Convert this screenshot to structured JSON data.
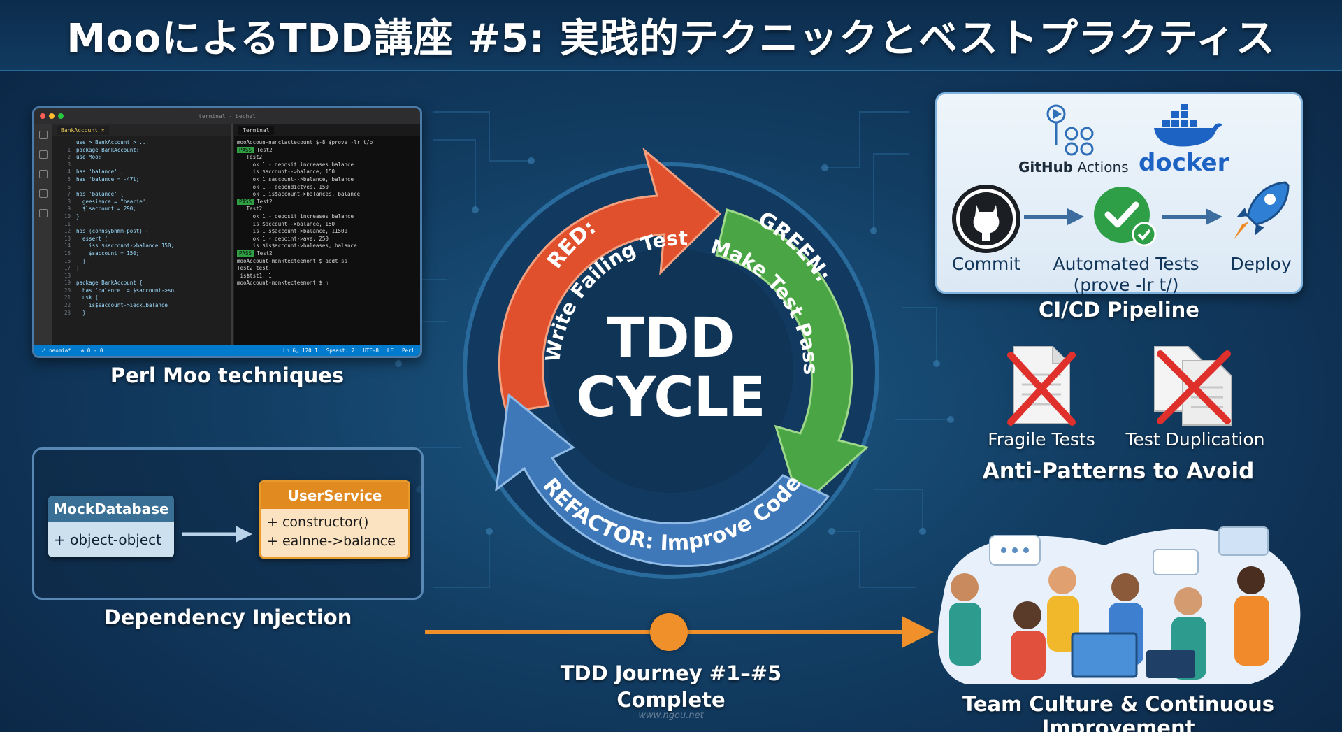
{
  "title": "MooによるTDD講座 #5: 実践的テクニックとベストプラクティス",
  "editor": {
    "window_title": "terminal - bechel",
    "tab_code": "BankAccount ×",
    "tab_terminal": "Terminal",
    "code_lines": [
      "use > BankAccount > ...",
      "package BankAccount;",
      "use Moo;",
      "",
      "has 'balance' ,",
      "has 'balance = -47l;",
      "",
      "has 'balance' {",
      "  geesience = \"baarie';",
      "  $lsaccount = 290;",
      "}",
      "",
      "has (connsybnmm-post) {",
      "  essert (",
      "    iss $saccount->balance 150;",
      "    $saccount = 150;",
      "  }",
      "}",
      "",
      "package BankAccount {",
      "  has 'balance' = $saccount->so",
      "  usk (",
      "    is$saccount->iecx.balance",
      "  }"
    ],
    "terminal_lines": [
      {
        "pass": "",
        "text": "mooAccoun-nanclactecount $-8 $prove -lr t/b"
      },
      {
        "pass": "",
        "text": ""
      },
      {
        "pass": "PASS",
        "text": "Test2"
      },
      {
        "pass": "",
        "text": "   Test2"
      },
      {
        "pass": "",
        "text": "     ok 1 - deposit increases balance"
      },
      {
        "pass": "",
        "text": "     is $account-->balance, 150"
      },
      {
        "pass": "",
        "text": "     ok 1 saccount-->balance, balance"
      },
      {
        "pass": "",
        "text": "     ok 1 - depondictves, 150"
      },
      {
        "pass": "",
        "text": "     ok 1 is$account->balances, balance"
      },
      {
        "pass": "",
        "text": ""
      },
      {
        "pass": "PASS",
        "text": "Test2"
      },
      {
        "pass": "",
        "text": "   Test2"
      },
      {
        "pass": "",
        "text": "     ok 1 - deposit increases balance"
      },
      {
        "pass": "",
        "text": "     is $account-->balance, 150"
      },
      {
        "pass": "",
        "text": "     is 1 s$account->balance, 11500"
      },
      {
        "pass": "",
        "text": "     ok 1 - depoint->ave, 250"
      },
      {
        "pass": "",
        "text": "     is $is$account->baleases, balance"
      },
      {
        "pass": "",
        "text": ""
      },
      {
        "pass": "PASS",
        "text": "Test2"
      },
      {
        "pass": "",
        "text": "mooAccount-monktecteemont $ aodt ss"
      },
      {
        "pass": "",
        "text": "Test2 test:"
      },
      {
        "pass": "",
        "text": " is$tst1: 1"
      },
      {
        "pass": "",
        "text": ""
      },
      {
        "pass": "",
        "text": "mooAccount-monktecteemont $ ▯"
      }
    ],
    "status_left": [
      "⎇ neomia*",
      "⊗ 0 ⚠ 0"
    ],
    "status_right": [
      "Ln 6, 120 1",
      "Spaast: 2",
      "UTF-8",
      "LF",
      "Perl"
    ]
  },
  "caption_moo": "Perl Moo techniques",
  "di": {
    "mock_title": "MockDatabase",
    "mock_field": "+ object-object",
    "svc_title": "UserService",
    "svc_line1": "+ constructor()",
    "svc_line2": "+ ealnne->balance",
    "caption": "Dependency Injection"
  },
  "cycle": {
    "center_line1": "TDD",
    "center_line2": "CYCLE",
    "red_line1": "RED:",
    "red_line2": "Write Failing Test",
    "green_line1": "GREEN:",
    "green_line2": "Make Test Pass",
    "blue_label": "REFACTOR: Improve Code",
    "colors": {
      "red": "#e0502c",
      "green": "#4aa544",
      "blue": "#3f78b8"
    }
  },
  "journey": {
    "line1": "TDD Journey #1–#5",
    "line2": "Complete"
  },
  "watermark": "www.ngou.net",
  "cicd": {
    "github_bold": "GitHub",
    "github_light": " Actions",
    "docker": "docker",
    "commit": "Commit",
    "tests_line1": "Automated Tests",
    "tests_line2": "(prove -lr t/)",
    "deploy": "Deploy",
    "caption": "CI/CD Pipeline"
  },
  "anti": {
    "fragile": "Fragile Tests",
    "duplication": "Test Duplication",
    "caption": "Anti-Patterns to Avoid"
  },
  "team_caption": "Team Culture & Continuous Improvement"
}
